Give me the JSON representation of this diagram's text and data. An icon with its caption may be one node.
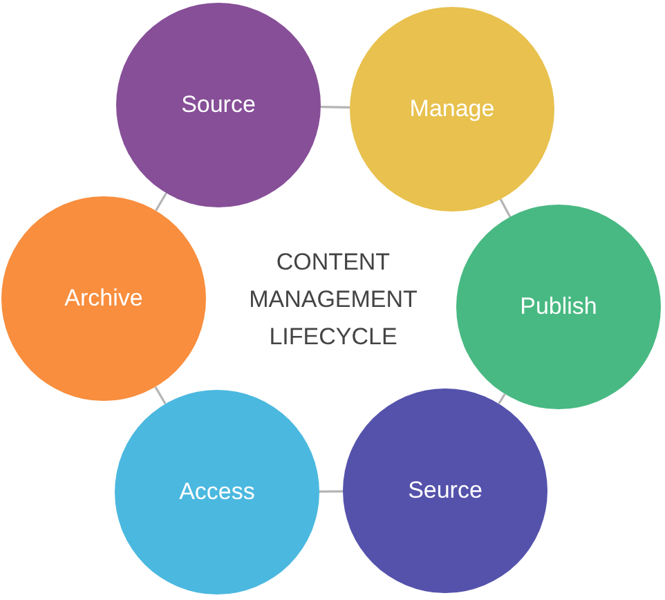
{
  "diagram": {
    "title": "CONTENT MANAGEMENT LIFECYCLE",
    "nodes": [
      {
        "text": [
          "Source"
        ]
      },
      {
        "text": [
          "Manage"
        ]
      },
      {
        "text": [
          "Publish"
        ]
      },
      {
        "text": [
          "Seurce"
        ]
      },
      {
        "text": [
          "Access"
        ]
      },
      {
        "text": [
          "Archive"
        ]
      }
    ],
    "edges": [
      {
        "from": 0,
        "to": 1,
        "arrow": "none"
      },
      {
        "from": 1,
        "to": 2,
        "arrow": "none"
      },
      {
        "from": 2,
        "to": 3,
        "arrow": "none"
      },
      {
        "from": 3,
        "to": 4,
        "arrow": "none"
      },
      {
        "from": 4,
        "to": 5,
        "arrow": "none"
      },
      {
        "from": 5,
        "to": 0,
        "arrow": "none"
      }
    ]
  }
}
